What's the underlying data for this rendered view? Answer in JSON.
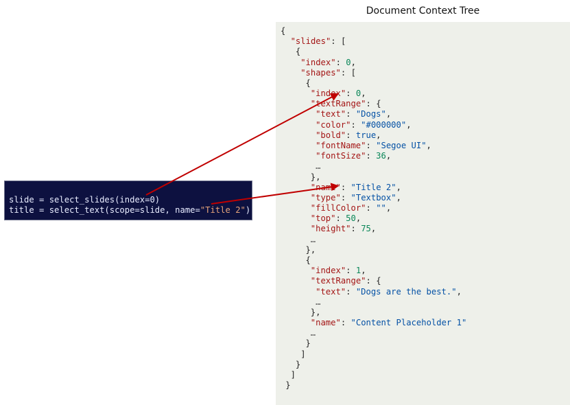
{
  "title": "Document Context Tree",
  "code": {
    "line1": {
      "var": "slide",
      "op": " = ",
      "fn": "select_slides(index=0)"
    },
    "line2": {
      "var": "title",
      "op": " = ",
      "fn": "select_text(scope=slide, name=",
      "arg": "\"Title 2\"",
      "close": ")"
    }
  },
  "json_tree": [
    {
      "indent": 0,
      "tokens": [
        [
          "p",
          "{"
        ]
      ]
    },
    {
      "indent": 2,
      "tokens": [
        [
          "k",
          "\"slides\""
        ],
        [
          "p",
          ": ["
        ]
      ]
    },
    {
      "indent": 3,
      "tokens": [
        [
          "p",
          "{"
        ]
      ]
    },
    {
      "indent": 4,
      "tokens": [
        [
          "k",
          "\"index\""
        ],
        [
          "p",
          ": "
        ],
        [
          "n",
          "0"
        ],
        [
          "p",
          ","
        ]
      ]
    },
    {
      "indent": 4,
      "tokens": [
        [
          "k",
          "\"shapes\""
        ],
        [
          "p",
          ": ["
        ]
      ]
    },
    {
      "indent": 5,
      "tokens": [
        [
          "p",
          "{"
        ]
      ]
    },
    {
      "indent": 6,
      "tokens": [
        [
          "k",
          "\"index\""
        ],
        [
          "p",
          ": "
        ],
        [
          "n",
          "0"
        ],
        [
          "p",
          ","
        ]
      ]
    },
    {
      "indent": 6,
      "tokens": [
        [
          "k",
          "\"textRange\""
        ],
        [
          "p",
          ": {"
        ]
      ]
    },
    {
      "indent": 7,
      "tokens": [
        [
          "k",
          "\"text\""
        ],
        [
          "p",
          ": "
        ],
        [
          "s",
          "\"Dogs\""
        ],
        [
          "p",
          ","
        ]
      ]
    },
    {
      "indent": 7,
      "tokens": [
        [
          "k",
          "\"color\""
        ],
        [
          "p",
          ": "
        ],
        [
          "s",
          "\"#000000\""
        ],
        [
          "p",
          ","
        ]
      ]
    },
    {
      "indent": 7,
      "tokens": [
        [
          "k",
          "\"bold\""
        ],
        [
          "p",
          ": "
        ],
        [
          "b",
          "true"
        ],
        [
          "p",
          ","
        ]
      ]
    },
    {
      "indent": 7,
      "tokens": [
        [
          "k",
          "\"fontName\""
        ],
        [
          "p",
          ": "
        ],
        [
          "s",
          "\"Segoe UI\""
        ],
        [
          "p",
          ","
        ]
      ]
    },
    {
      "indent": 7,
      "tokens": [
        [
          "k",
          "\"fontSize\""
        ],
        [
          "p",
          ": "
        ],
        [
          "n",
          "36"
        ],
        [
          "p",
          ","
        ]
      ]
    },
    {
      "indent": 7,
      "tokens": [
        [
          "ell",
          "…"
        ]
      ]
    },
    {
      "indent": 6,
      "tokens": [
        [
          "p",
          "},"
        ]
      ]
    },
    {
      "indent": 6,
      "tokens": [
        [
          "k",
          "\"name\""
        ],
        [
          "p",
          ": "
        ],
        [
          "s",
          "\"Title 2\""
        ],
        [
          "p",
          ","
        ]
      ]
    },
    {
      "indent": 6,
      "tokens": [
        [
          "k",
          "\"type\""
        ],
        [
          "p",
          ": "
        ],
        [
          "s",
          "\"Textbox\""
        ],
        [
          "p",
          ","
        ]
      ]
    },
    {
      "indent": 6,
      "tokens": [
        [
          "k",
          "\"fillColor\""
        ],
        [
          "p",
          ": "
        ],
        [
          "s",
          "\"\""
        ],
        [
          "p",
          ","
        ]
      ]
    },
    {
      "indent": 6,
      "tokens": [
        [
          "k",
          "\"top\""
        ],
        [
          "p",
          ": "
        ],
        [
          "n",
          "50"
        ],
        [
          "p",
          ","
        ]
      ]
    },
    {
      "indent": 6,
      "tokens": [
        [
          "k",
          "\"height\""
        ],
        [
          "p",
          ": "
        ],
        [
          "n",
          "75"
        ],
        [
          "p",
          ","
        ]
      ]
    },
    {
      "indent": 6,
      "tokens": [
        [
          "ell",
          "…"
        ]
      ]
    },
    {
      "indent": 5,
      "tokens": [
        [
          "p",
          "},"
        ]
      ]
    },
    {
      "indent": 5,
      "tokens": [
        [
          "p",
          "{"
        ]
      ]
    },
    {
      "indent": 6,
      "tokens": [
        [
          "k",
          "\"index\""
        ],
        [
          "p",
          ": "
        ],
        [
          "n",
          "1"
        ],
        [
          "p",
          ","
        ]
      ]
    },
    {
      "indent": 6,
      "tokens": [
        [
          "k",
          "\"textRange\""
        ],
        [
          "p",
          ": {"
        ]
      ]
    },
    {
      "indent": 7,
      "tokens": [
        [
          "k",
          "\"text\""
        ],
        [
          "p",
          ": "
        ],
        [
          "s",
          "\"Dogs are the best.\""
        ],
        [
          "p",
          ","
        ]
      ]
    },
    {
      "indent": 7,
      "tokens": [
        [
          "ell",
          "…"
        ]
      ]
    },
    {
      "indent": 6,
      "tokens": [
        [
          "p",
          "},"
        ]
      ]
    },
    {
      "indent": 6,
      "tokens": [
        [
          "k",
          "\"name\""
        ],
        [
          "p",
          ": "
        ],
        [
          "s",
          "\"Content Placeholder 1\""
        ]
      ]
    },
    {
      "indent": 6,
      "tokens": [
        [
          "ell",
          "…"
        ]
      ]
    },
    {
      "indent": 5,
      "tokens": [
        [
          "p",
          "}"
        ]
      ]
    },
    {
      "indent": 4,
      "tokens": [
        [
          "p",
          "]"
        ]
      ]
    },
    {
      "indent": 3,
      "tokens": [
        [
          "p",
          "}"
        ]
      ]
    },
    {
      "indent": 2,
      "tokens": [
        [
          "p",
          "]"
        ]
      ]
    },
    {
      "indent": 1,
      "tokens": [
        [
          "p",
          "}"
        ]
      ]
    }
  ],
  "colors": {
    "code_bg": "#0d1140",
    "arrow": "#c00000",
    "panel_bg": "#eef0ea"
  }
}
